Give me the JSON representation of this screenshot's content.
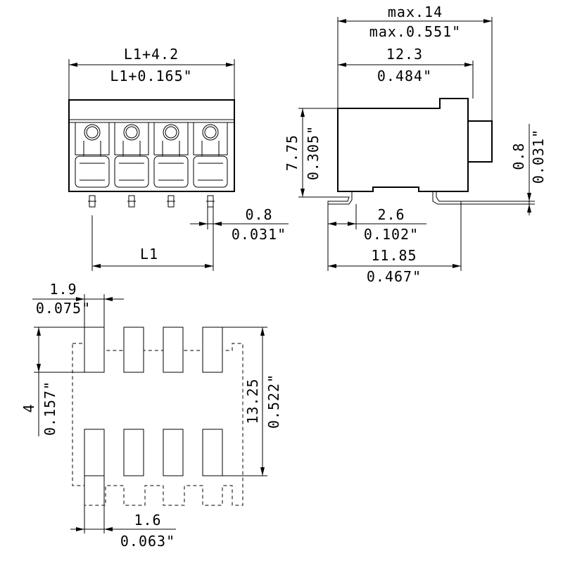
{
  "front_view": {
    "width_mm": "L1+4.2",
    "width_in": "L1+0.165\"",
    "pin_mm": "0.8",
    "pin_in": "0.031\"",
    "pitch_label": "L1"
  },
  "side_view": {
    "max_mm": "max.14",
    "max_in": "max.0.551\"",
    "depth_mm": "12.3",
    "depth_in": "0.484\"",
    "height_mm": "7.75",
    "height_in": "0.305\"",
    "lead_mm": "0.8",
    "lead_in": "0.031\"",
    "pad_mm": "2.6",
    "pad_in": "0.102\"",
    "foot_mm": "11.85",
    "foot_in": "0.467\""
  },
  "footprint": {
    "pad_w_mm": "1.9",
    "pad_w_in": "0.075\"",
    "pad_h_mm": "4",
    "pad_h_in": "0.157\"",
    "span_mm": "13.25",
    "span_in": "0.522\"",
    "gap_mm": "1.6",
    "gap_in": "0.063\""
  }
}
